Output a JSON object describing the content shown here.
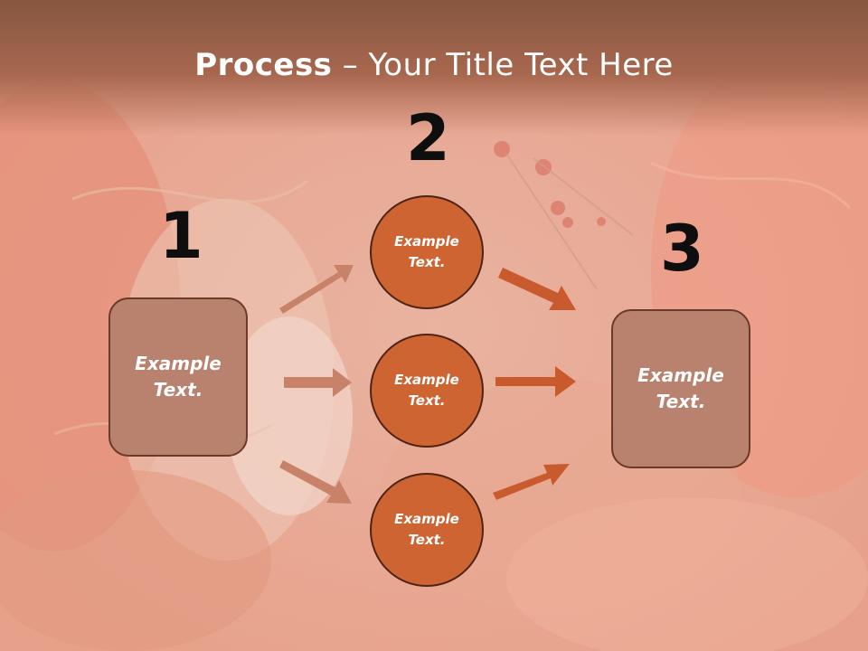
{
  "title": {
    "bold": "Process",
    "rest": " – Your Title Text Here"
  },
  "steps": [
    "1",
    "2",
    "3"
  ],
  "left_box": {
    "line1": "Example",
    "line2": "Text."
  },
  "circles": [
    {
      "line1": "Example",
      "line2": "Text."
    },
    {
      "line1": "Example",
      "line2": "Text."
    },
    {
      "line1": "Example",
      "line2": "Text."
    }
  ],
  "right_box": {
    "line1": "Example",
    "line2": "Text."
  },
  "colors": {
    "box": "#b9826e",
    "circle": "#cf6433",
    "arrow_left": "#c8826a",
    "arrow_right": "#c95a2e"
  }
}
